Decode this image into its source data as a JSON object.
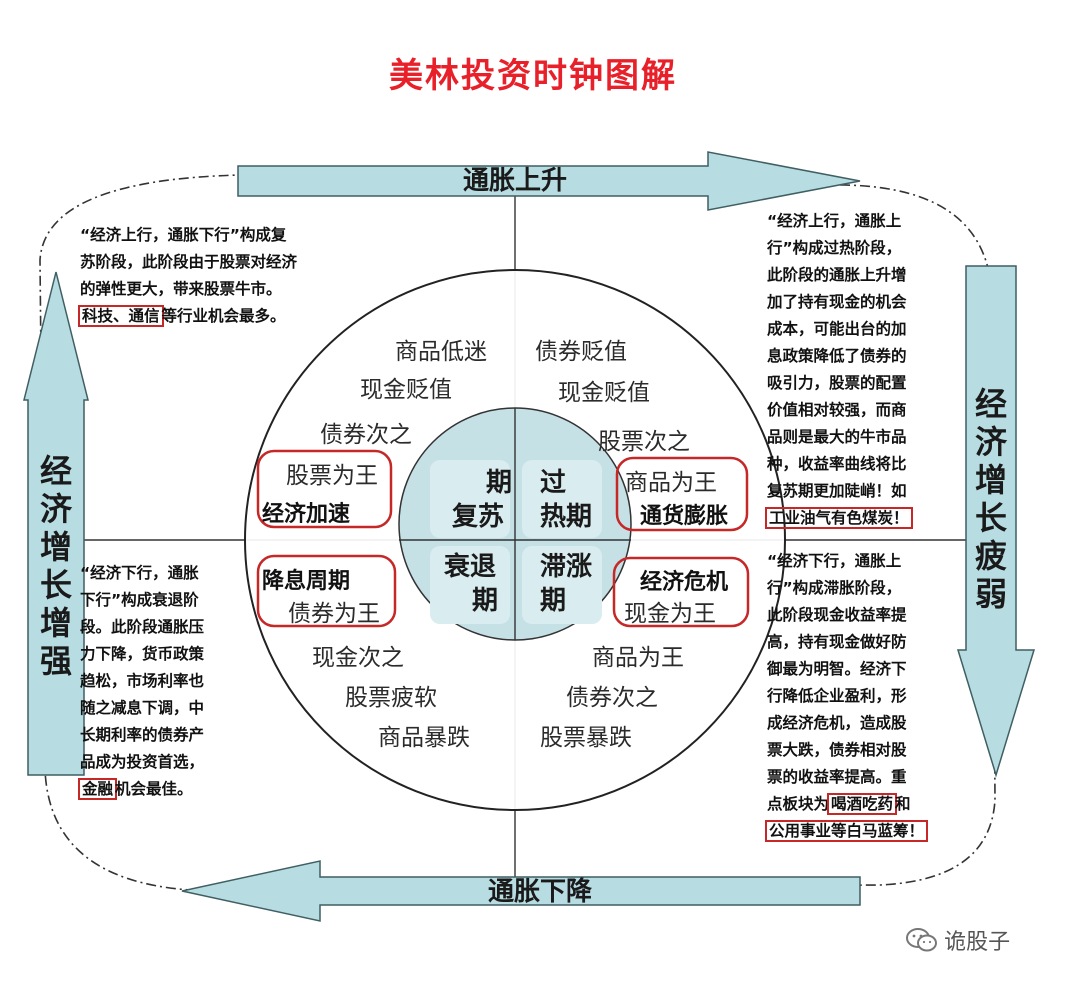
{
  "title": "美林投资时钟图解",
  "axis_arrows": {
    "top": "通胀上升",
    "bottom": "通胀下降",
    "left": [
      "经",
      "济",
      "增",
      "长",
      "增",
      "强"
    ],
    "right": [
      "经",
      "济",
      "增",
      "长",
      "疲",
      "弱"
    ]
  },
  "center": {
    "recovery": [
      "期",
      "复苏"
    ],
    "overheat": [
      "过",
      "热期"
    ],
    "recession": [
      "衰退",
      "期"
    ],
    "stagflation": [
      "滞涨",
      "期"
    ]
  },
  "quadrants": {
    "top_left": {
      "ranks": [
        "商品低迷",
        "现金贬值",
        "债券次之"
      ],
      "king": "股票为王",
      "phase": "经济加速"
    },
    "top_right": {
      "ranks": [
        "债券贬值",
        "现金贬值",
        "股票次之"
      ],
      "king": "商品为王",
      "phase": "通货膨胀"
    },
    "bottom_left": {
      "phase": "降息周期",
      "king": "债券为王",
      "ranks": [
        "现金次之",
        "股票疲软",
        "商品暴跌"
      ]
    },
    "bottom_right": {
      "phase": "经济危机",
      "king": "现金为王",
      "ranks": [
        "商品为王",
        "债券次之",
        "股票暴跌"
      ]
    }
  },
  "notes": {
    "top_left": {
      "lines": [
        "“经济上行，通胀下行”构成复",
        "苏阶段，此阶段由于股票对经济",
        "的弹性更大，带来股票牛市。"
      ],
      "last_hl": "科技、通信",
      "last_rest": "等行业机会最多。"
    },
    "top_right": {
      "lines": [
        "“经济上行，通胀上",
        "行”构成过热阶段，",
        "此阶段的通胀上升增",
        "加了持有现金的机会",
        "成本，可能出台的加",
        "息政策降低了债券的",
        "吸引力，股票的配置",
        "价值相对较强，而商",
        "品则是最大的牛市品",
        "种，收益率曲线将比",
        "复苏期更加陡峭！如"
      ],
      "last_hl": "工业油气有色煤炭！"
    },
    "bottom_left": {
      "lines": [
        "“经济下行，通胀",
        "下行”构成衰退阶",
        "段。此阶段通胀压",
        "力下降，货币政策",
        "趋松，市场利率也",
        "随之减息下调，中",
        "长期利率的债券产",
        "品成为投资首选，"
      ],
      "last_hl": "金融",
      "last_rest": "机会最佳。"
    },
    "bottom_right": {
      "lines": [
        "“经济下行，通胀上",
        "行”构成滞胀阶段，",
        "此阶段现金收益率提",
        "高，持有现金做好防",
        "御最为明智。经济下",
        "行降低企业盈利，形",
        "成经济危机，造成股",
        "票大跌，债券相对股",
        "票的收益率提高。重"
      ],
      "hl_line_pre": "点板块为",
      "hl_line_hl": "喝酒吃药",
      "hl_line_post": "和",
      "last_hl": "公用事业等白马蓝筹！"
    }
  },
  "watermark": "诡股子",
  "colors": {
    "title": "#e8202a",
    "arrow_fill": "#b7dce2",
    "arrow_stroke": "#3f5f63",
    "inner_circle": "#c5e1e6",
    "highlight_box": "#c62828"
  }
}
